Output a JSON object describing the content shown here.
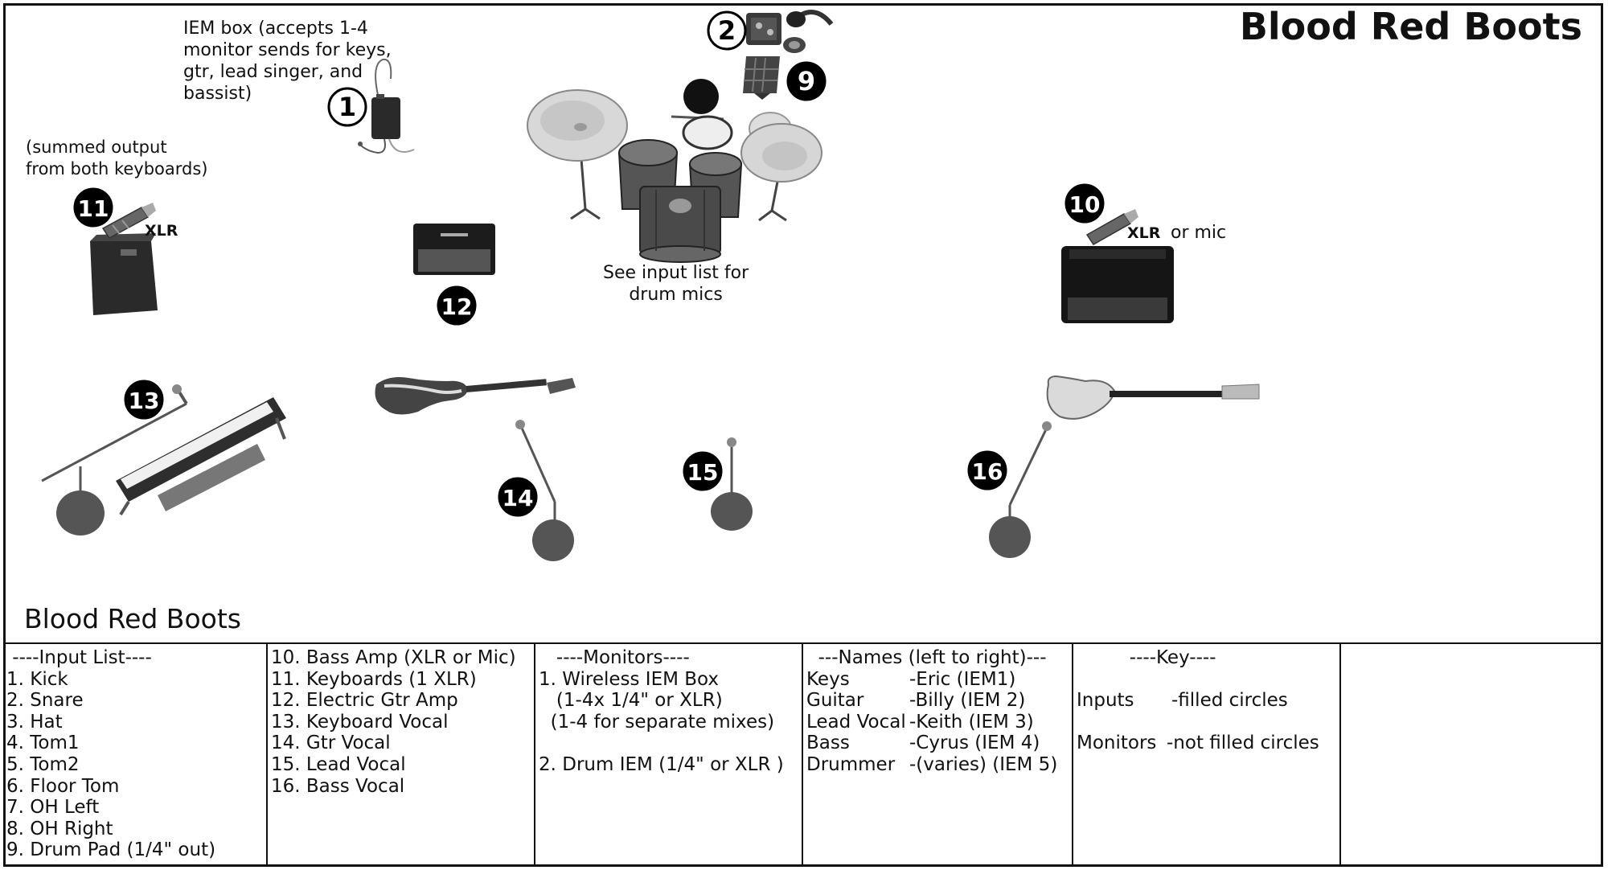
{
  "title": "Blood Red Boots",
  "subtitle": "Blood Red Boots",
  "annotations": {
    "iem_box": "IEM box (accepts 1-4\nmonitor sends for keys,\ngtr, lead singer, and\nbassist)",
    "summed": "(summed output\nfrom both keyboards)",
    "drum_mics": "See input list for\ndrum mics",
    "xlr_keys": "XLR",
    "xlr_bass": "XLR",
    "or_mic": "or mic"
  },
  "markers": [
    {
      "num": "1",
      "filled": false,
      "role": "monitor"
    },
    {
      "num": "2",
      "filled": false,
      "role": "monitor"
    },
    {
      "num": "9",
      "filled": true,
      "role": "input"
    },
    {
      "num": "10",
      "filled": true,
      "role": "input"
    },
    {
      "num": "11",
      "filled": true,
      "role": "input"
    },
    {
      "num": "12",
      "filled": true,
      "role": "input"
    },
    {
      "num": "13",
      "filled": true,
      "role": "input"
    },
    {
      "num": "14",
      "filled": true,
      "role": "input"
    },
    {
      "num": "15",
      "filled": true,
      "role": "input"
    },
    {
      "num": "16",
      "filled": true,
      "role": "input"
    }
  ],
  "table": {
    "input_list_header": " ----Input List----",
    "input_list": [
      "1. Kick",
      "2. Snare",
      "3. Hat",
      "4. Tom1",
      "5. Tom2",
      "6. Floor Tom",
      "7. OH Left",
      "8. OH Right",
      "9. Drum Pad (1/4\" out)"
    ],
    "input_list_2": [
      "10. Bass Amp (XLR or Mic)",
      "11. Keyboards (1 XLR)",
      "12. Electric Gtr Amp",
      "13. Keyboard Vocal",
      "14. Gtr Vocal",
      "15. Lead Vocal",
      "16. Bass Vocal"
    ],
    "monitors_header": "   ----Monitors----",
    "monitors": [
      "1. Wireless IEM Box",
      "   (1-4x 1/4\" or XLR)",
      "  (1-4 for separate mixes)",
      "",
      "2. Drum IEM (1/4\" or XLR )"
    ],
    "names_header": "  ---Names (left to right)---",
    "names": [
      {
        "role": "Keys",
        "name": "-Eric (IEM1)"
      },
      {
        "role": "Guitar",
        "name": "-Billy (IEM 2)"
      },
      {
        "role": "Lead Vocal",
        "name": "-Keith (IEM 3)"
      },
      {
        "role": "Bass",
        "name": "-Cyrus (IEM 4)"
      },
      {
        "role": "Drummer",
        "name": "-(varies) (IEM 5)"
      }
    ],
    "key_header": "         ----Key----",
    "key": [
      {
        "label": "Inputs",
        "desc": "-filled circles"
      },
      {
        "label": "Monitors",
        "desc": "-not filled circles"
      }
    ]
  }
}
